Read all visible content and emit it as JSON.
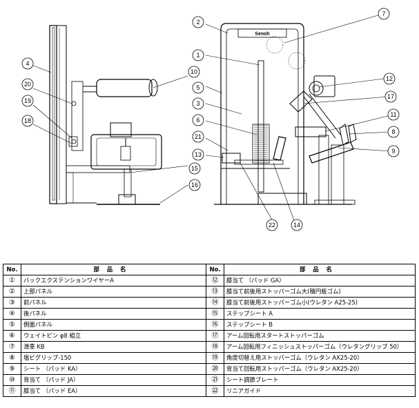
{
  "callouts": {
    "c1": "1",
    "c2": "2",
    "c3": "3",
    "c4": "4",
    "c5": "5",
    "c6": "6",
    "c7": "7",
    "c8": "8",
    "c9": "9",
    "c10": "10",
    "c11": "11",
    "c12": "12",
    "c13": "13",
    "c14": "14",
    "c15": "15",
    "c16": "16",
    "c17": "17",
    "c18": "18",
    "c19": "19",
    "c20": "20",
    "c21": "21",
    "c22": "22"
  },
  "logo_text": "Senoh",
  "table": {
    "header_no": "No.",
    "header_name": "部品名",
    "left": [
      {
        "no": "①",
        "name": "バックエクステンションワイヤーA"
      },
      {
        "no": "②",
        "name": "上部パネル"
      },
      {
        "no": "③",
        "name": "前パネル"
      },
      {
        "no": "④",
        "name": "後パネル"
      },
      {
        "no": "⑤",
        "name": "側面パネル"
      },
      {
        "no": "⑥",
        "name": "ウェイトピン φ8 組立"
      },
      {
        "no": "⑦",
        "name": "滑車 KB"
      },
      {
        "no": "⑧",
        "name": "塩ビグリップ-150"
      },
      {
        "no": "⑨",
        "name": "シート （パッド KA）"
      },
      {
        "no": "⑩",
        "name": "背当て （パッド JA）"
      },
      {
        "no": "⑪",
        "name": "膝当て （パッド EA）"
      }
    ],
    "right": [
      {
        "no": "⑫",
        "name": "膝当て （パッド GA）"
      },
      {
        "no": "⑬",
        "name": "膝当て前後用ストッパーゴム大(積円板ゴム)"
      },
      {
        "no": "⑭",
        "name": "膝当て前後用ストッパーゴム小(ウレタン A25-25)"
      },
      {
        "no": "⑮",
        "name": "ステップシート A"
      },
      {
        "no": "⑯",
        "name": "ステップシート B"
      },
      {
        "no": "⑰",
        "name": "アーム回転用スタートストッパーゴム"
      },
      {
        "no": "⑱",
        "name": "アーム回転用フィニッシュストッパーゴム（ウレタングリップ 50）"
      },
      {
        "no": "⑲",
        "name": "角度切替え用ストッパーゴム（ウレタン AX25-20）"
      },
      {
        "no": "⑳",
        "name": "背当て回転用ストッパーゴム（ウレタン AX25-20）"
      },
      {
        "no": "㉑",
        "name": "シート調節プレート"
      },
      {
        "no": "㉒",
        "name": "リニアガイド"
      }
    ]
  }
}
